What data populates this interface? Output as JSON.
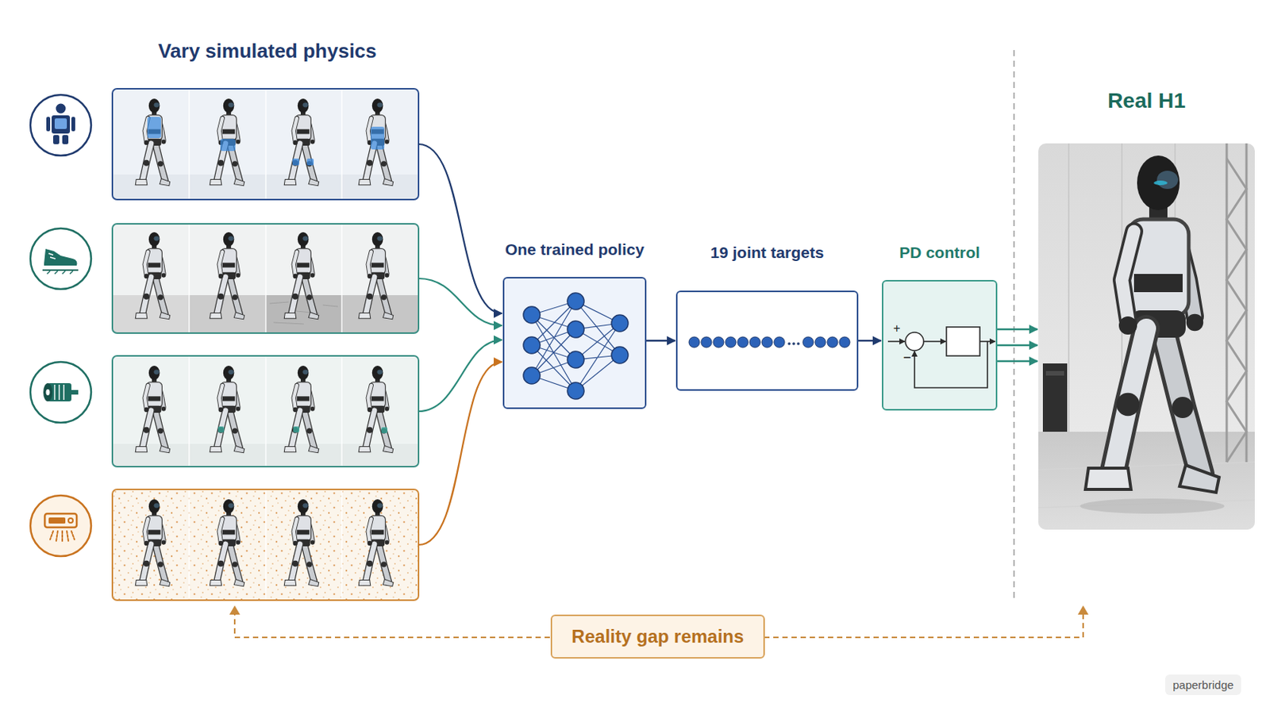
{
  "diagram": {
    "title": "Vary simulated physics",
    "nodes": [
      {
        "text": [
          "One trained policy"
        ]
      },
      {
        "text": [
          "19 joint targets"
        ]
      },
      {
        "text": [
          "PD control"
        ]
      },
      {
        "text": [
          "Real H1"
        ]
      },
      {
        "text": [
          "Reality gap remains"
        ]
      }
    ],
    "edges": [
      {
        "from": 0,
        "to": 1,
        "arrow": "to"
      },
      {
        "from": 1,
        "to": 2,
        "arrow": "to"
      },
      {
        "from": 2,
        "to": 3,
        "arrow": "to"
      }
    ],
    "labels": [
      "+",
      "−",
      "paperbridge"
    ]
  }
}
